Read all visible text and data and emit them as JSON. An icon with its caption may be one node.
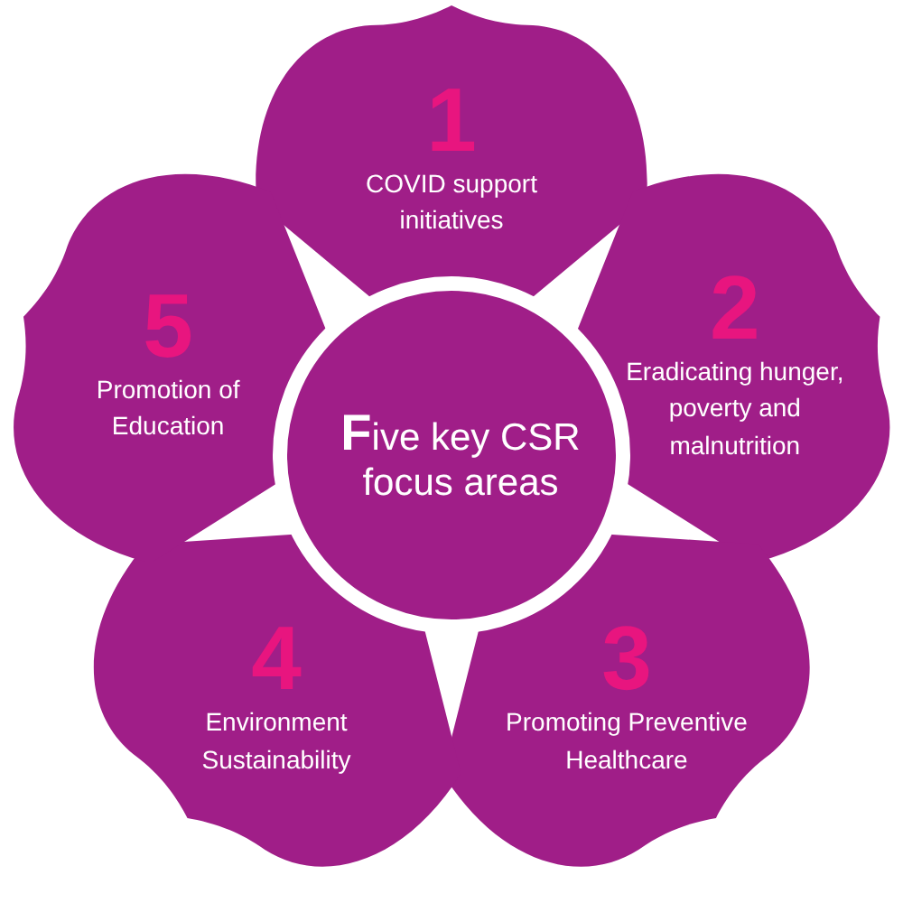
{
  "diagram": {
    "nodes": [
      {
        "text": [
          "**F**ive key CSR focus areas"
        ]
      },
      {
        "text": [
          "1",
          "COVID support initiatives"
        ]
      },
      {
        "text": [
          "2",
          "Eradicating hunger, poverty and malnutrition"
        ]
      },
      {
        "text": [
          "3",
          "Promoting Preventive Healthcare"
        ]
      },
      {
        "text": [
          "4",
          "Environment Sustainability"
        ]
      },
      {
        "text": [
          "5",
          "Promotion of Education"
        ]
      }
    ]
  }
}
